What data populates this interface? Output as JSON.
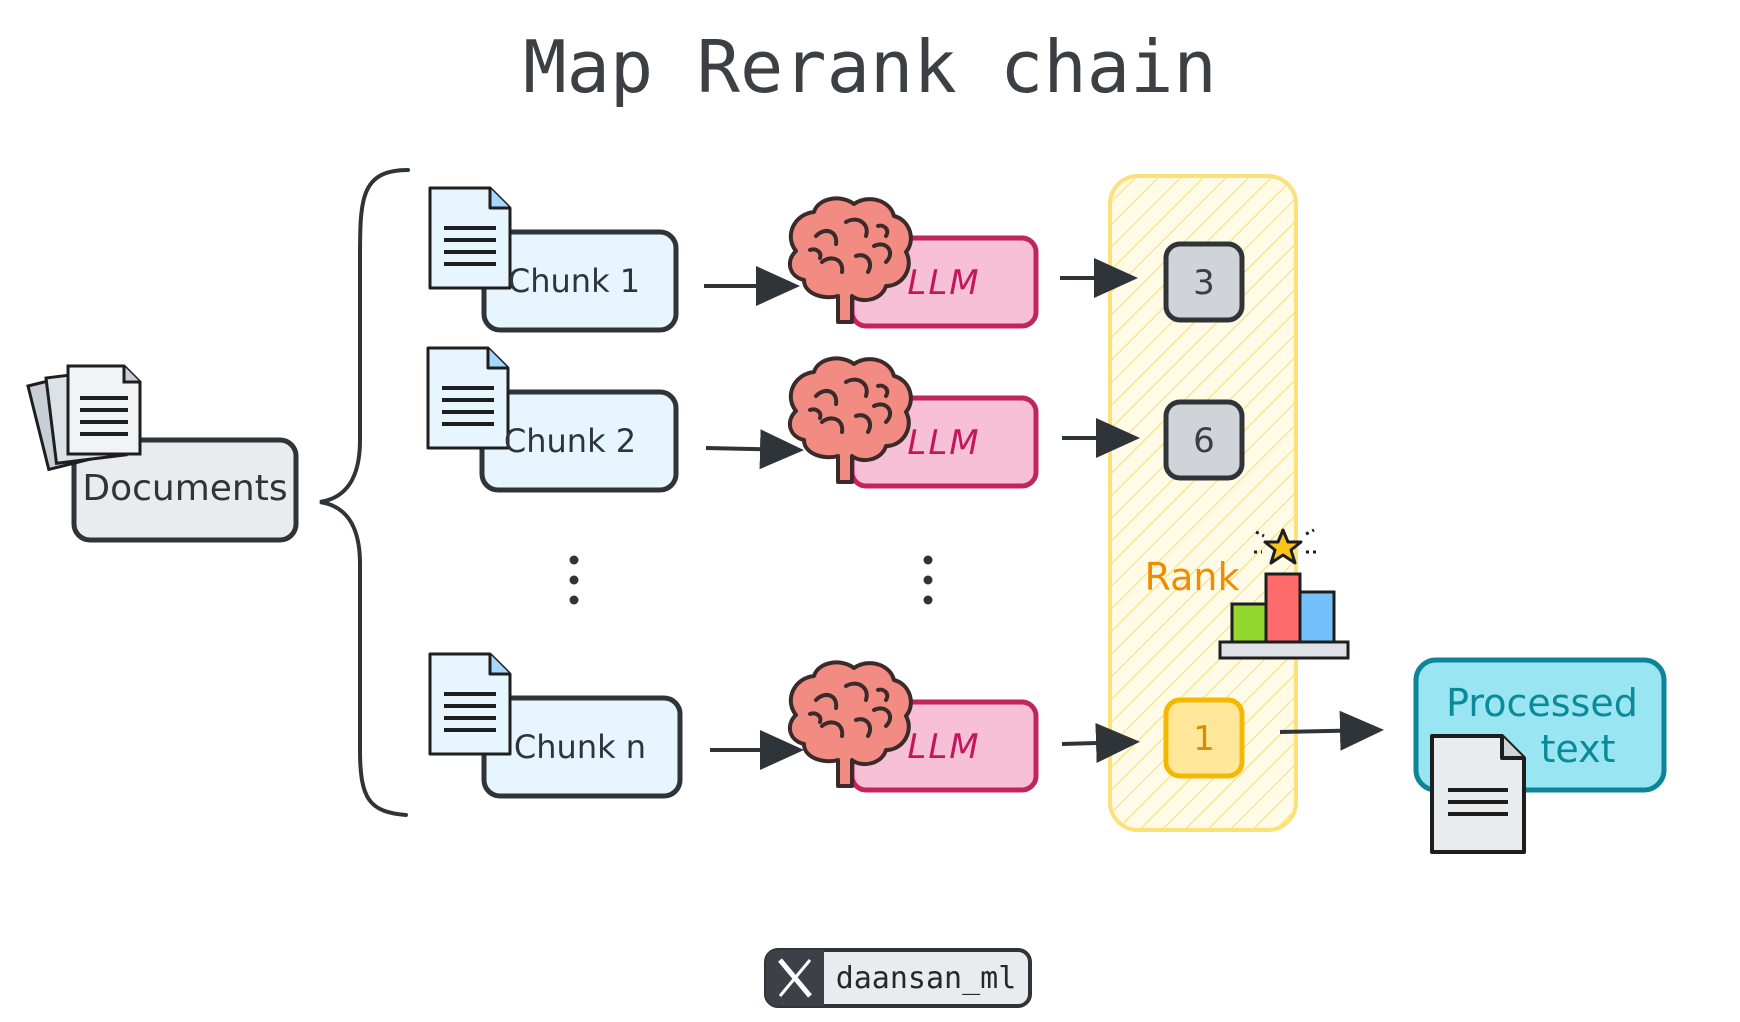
{
  "title": "Map Rerank chain",
  "documents_label": "Documents",
  "chunks": [
    {
      "label": "Chunk 1",
      "llm": "LLM",
      "score": "3"
    },
    {
      "label": "Chunk 2",
      "llm": "LLM",
      "score": "6"
    },
    {
      "label": "Chunk n",
      "llm": "LLM",
      "score": "1"
    }
  ],
  "rank_label": "Rank",
  "output": {
    "line1": "Processed",
    "line2": "text"
  },
  "footer": {
    "icon": "x-logo-icon",
    "handle": "daansan_ml"
  },
  "colors": {
    "chunk_fill": "#e7f5ff",
    "llm_fill": "#f8c0d6",
    "llm_stroke": "#c2255c",
    "score_fill": "#d0d3d8",
    "top_score_fill": "#ffe79a",
    "rank_panel": "#fff8d6",
    "rank_text": "#f08c00",
    "output_fill": "#99e6f2",
    "output_stroke": "#0c8599",
    "brain": "#f28b82"
  }
}
